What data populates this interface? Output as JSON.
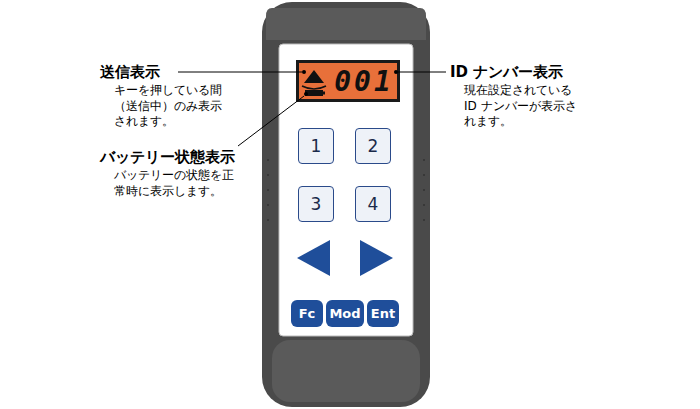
{
  "diagram": {
    "nodes": [
      {
        "text": [
          "001"
        ]
      },
      {
        "text": [
          "1"
        ]
      },
      {
        "text": [
          "2"
        ]
      },
      {
        "text": [
          "3"
        ]
      },
      {
        "text": [
          "4"
        ]
      },
      {
        "text": [
          "Fc"
        ]
      },
      {
        "text": [
          "Mod"
        ]
      },
      {
        "text": [
          "Ent"
        ]
      }
    ],
    "labels": [
      "送信表示",
      "キーを押している間（送信中）のみ表示されます。",
      "バッテリー状態表示",
      "バッテリーの状態を正常時に表示します。",
      "ID ナンバー表示",
      "現在設定されている ID ナンバーが表示されます。"
    ]
  }
}
